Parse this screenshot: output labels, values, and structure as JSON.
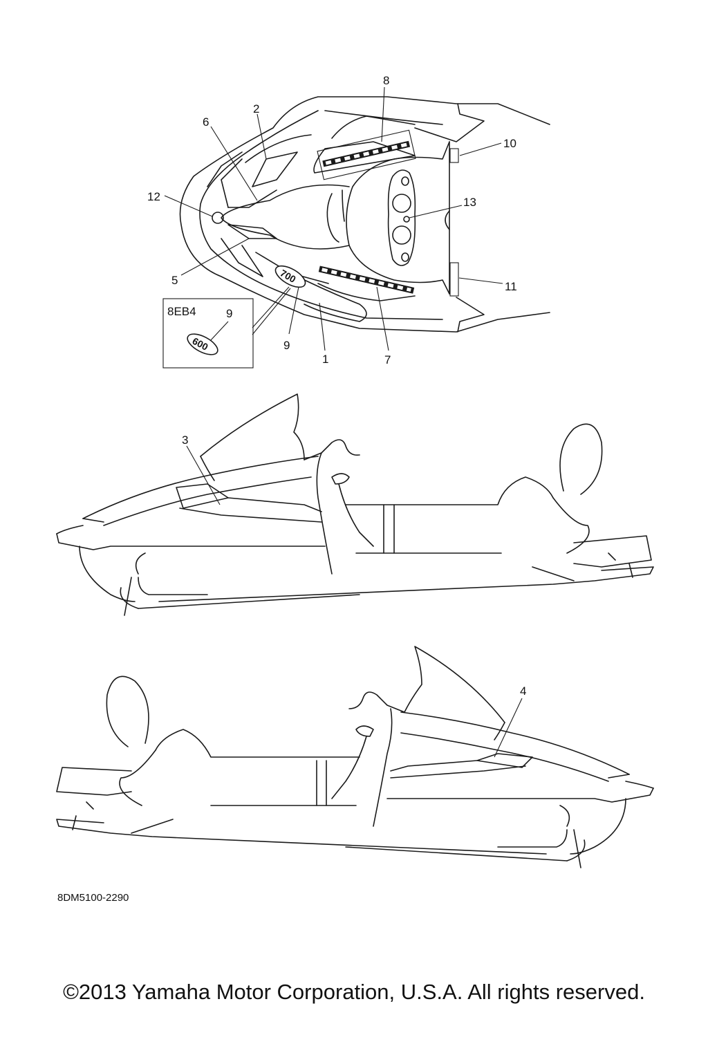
{
  "diagram": {
    "callouts": [
      "1",
      "2",
      "3",
      "4",
      "5",
      "6",
      "7",
      "8",
      "9",
      "10",
      "11",
      "12",
      "13"
    ],
    "inset_label": "8EB4",
    "inset_callout": "9",
    "bottom_callout_9": "9",
    "part_number": "8DM5100-2290",
    "copyright": "©2013 Yamaha Motor Corporation, U.S.A. All rights reserved."
  }
}
